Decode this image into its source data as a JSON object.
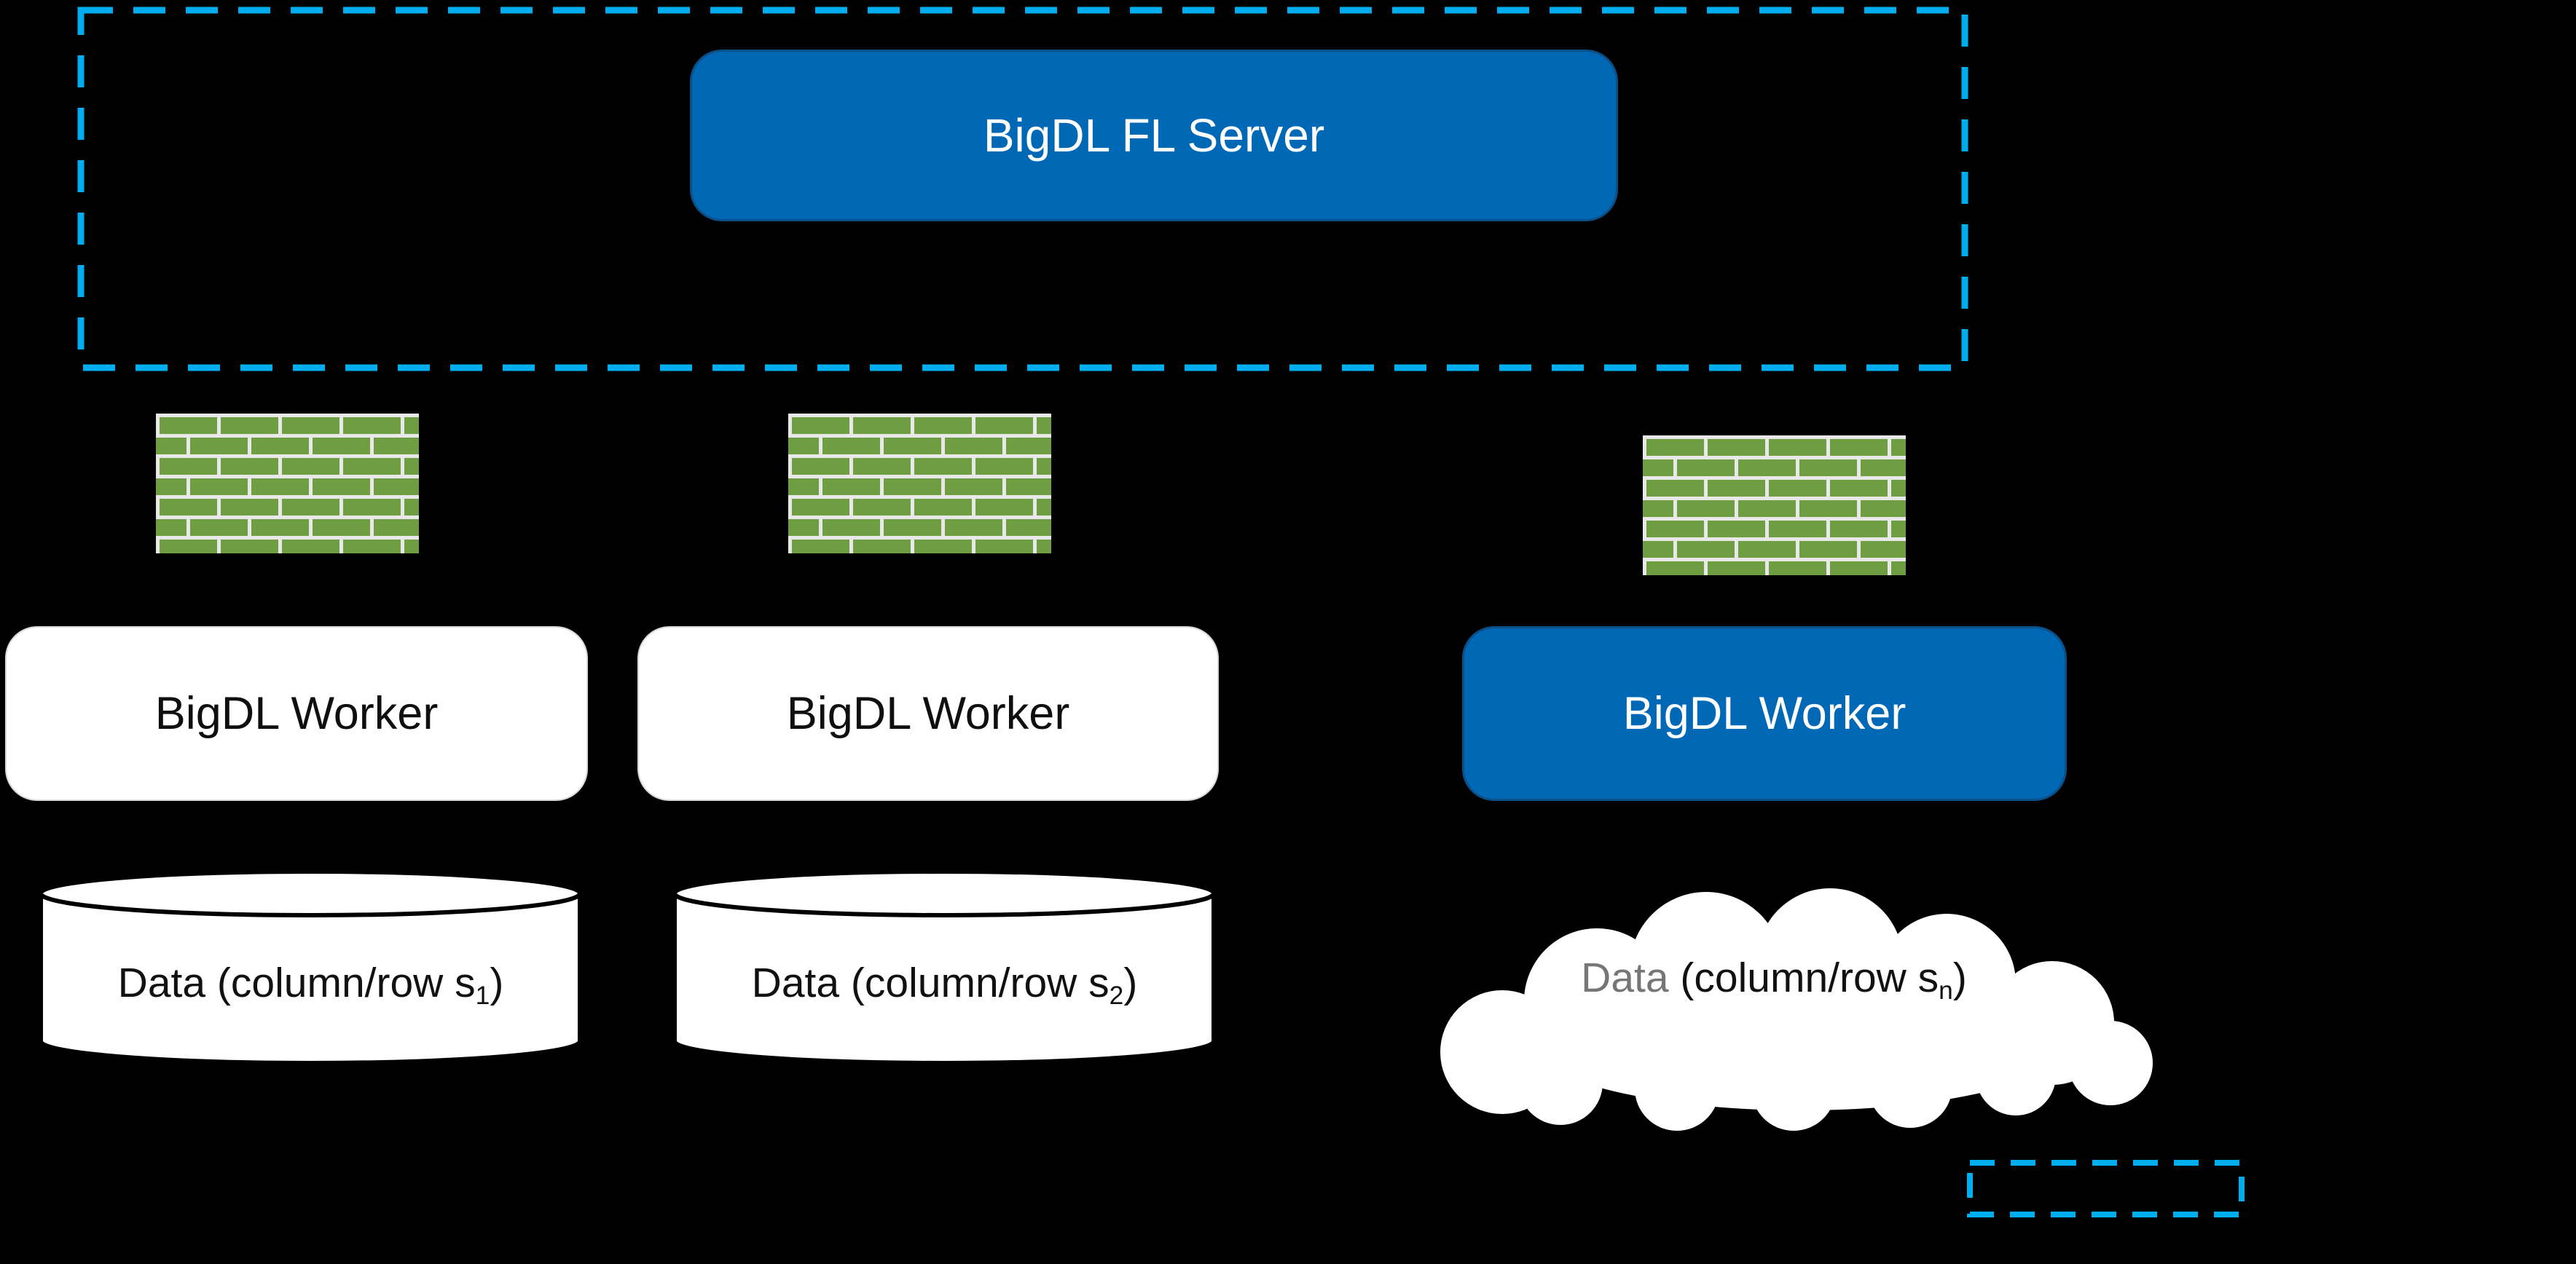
{
  "diagram": {
    "server": {
      "label": "BigDL FL Server"
    },
    "workers": [
      {
        "label": "BigDL Worker",
        "variant": "white"
      },
      {
        "label": "BigDL Worker",
        "variant": "white"
      },
      {
        "label": "BigDL Worker",
        "variant": "blue"
      }
    ],
    "datastores": [
      {
        "shape": "cylinder",
        "prefix": "Data (column/row s",
        "subscript": "1",
        "suffix": ")"
      },
      {
        "shape": "cylinder",
        "prefix": "Data (column/row s",
        "subscript": "2",
        "suffix": ")"
      },
      {
        "shape": "cloud",
        "data_word": "Data",
        "mid": " (column/row s",
        "subscript": "n",
        "suffix": ")"
      }
    ],
    "icons": {
      "firewalls": [
        "firewall-icon",
        "firewall-icon",
        "firewall-icon"
      ]
    },
    "colors": {
      "background": "#000000",
      "node_blue": "#0068b5",
      "dashed_cyan": "#00aeef",
      "brick_green": "#6f9d41",
      "brick_mortar": "#e8e8e8",
      "cylinder_outline": "#000000",
      "cloud_fill": "#ffffff",
      "cloud_data_text": "#767676",
      "worker_text_dark": "#0f0f0f",
      "server_text": "#ffffff"
    }
  }
}
